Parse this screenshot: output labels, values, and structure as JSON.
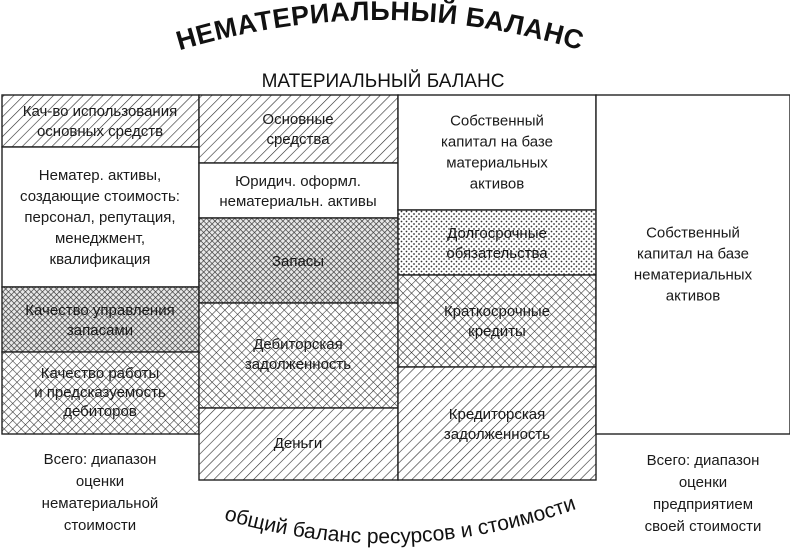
{
  "title_arc": "НЕМАТЕРИАЛЬНЫЙ БАЛАНС",
  "subtitle": "МАТЕРИАЛЬНЫЙ БАЛАНС",
  "bottom_arc": "общий баланс ресурсов и стоимости",
  "col1": {
    "usage_quality": [
      "Кач-во использования",
      "основных средств"
    ],
    "intangible_assets": [
      "Нематер. активы,",
      "создающие стоимость:",
      "персонал, репутация,",
      "менеджмент,",
      "квалификация"
    ],
    "inventory_mgmt": [
      "Качество управления",
      "запасами"
    ],
    "work_quality": [
      "Качество работы",
      "и предсказуемость",
      "дебиторов"
    ],
    "total": [
      "Всего: диапазон",
      "оценки",
      "нематериальной",
      "стоимости"
    ]
  },
  "col2": {
    "fixed_assets": [
      "Основные",
      "средства"
    ],
    "legal_intangibles": [
      "Юридич. оформл.",
      "нематериальн. активы"
    ],
    "inventory": [
      "Запасы"
    ],
    "receivables": [
      "Дебиторская",
      "задолженность"
    ],
    "cash": [
      "Деньги"
    ]
  },
  "col3": {
    "equity_material": [
      "Собственный",
      "капитал на базе",
      "материальных",
      "активов"
    ],
    "longterm": [
      "Долгосрочные",
      "обязательства"
    ],
    "shortterm": [
      "Краткосрочные",
      "кредиты"
    ],
    "payables": [
      "Кредиторская",
      "задолженность"
    ]
  },
  "col4": {
    "equity_intangible": [
      "Собственный",
      "капитал на базе",
      "нематериальных",
      "активов"
    ],
    "total": [
      "Всего: диапазон",
      "оценки",
      "предприятием",
      "своей стоимости"
    ]
  }
}
